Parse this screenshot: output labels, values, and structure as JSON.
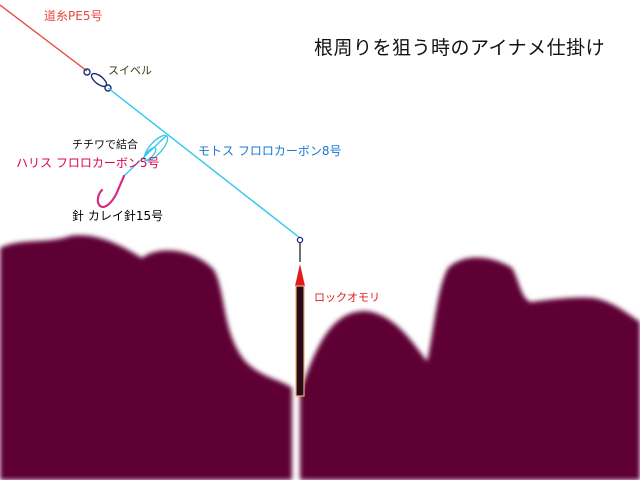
{
  "title": "根周りを狙う時のアイナメ仕掛け",
  "labels": {
    "main_line": "道糸PE5号",
    "swivel": "スイベル",
    "knot": "チチワで結合",
    "harisu": "ハリス フロロカーボン5号",
    "motosu": "モトス フロロカーボン8号",
    "hook": "針 カレイ針15号",
    "sinker": "ロックオモリ"
  },
  "colors": {
    "main_line": "#e8473f",
    "leader": "#2ec6ee",
    "harisu_text": "#e0004e",
    "motosu_text": "#1877d4",
    "hook_text": "#1f8a2e",
    "hook": "#d62a84",
    "swivel_text": "#3a3a10",
    "sinker": "#e21c1c",
    "seabed": "#5e0636",
    "knot_text": "#111111",
    "title_text": "#111111"
  },
  "icons": [
    "swivel-icon",
    "knot-loop-icon",
    "hook-icon",
    "sinker-icon",
    "seabed-rocks"
  ]
}
